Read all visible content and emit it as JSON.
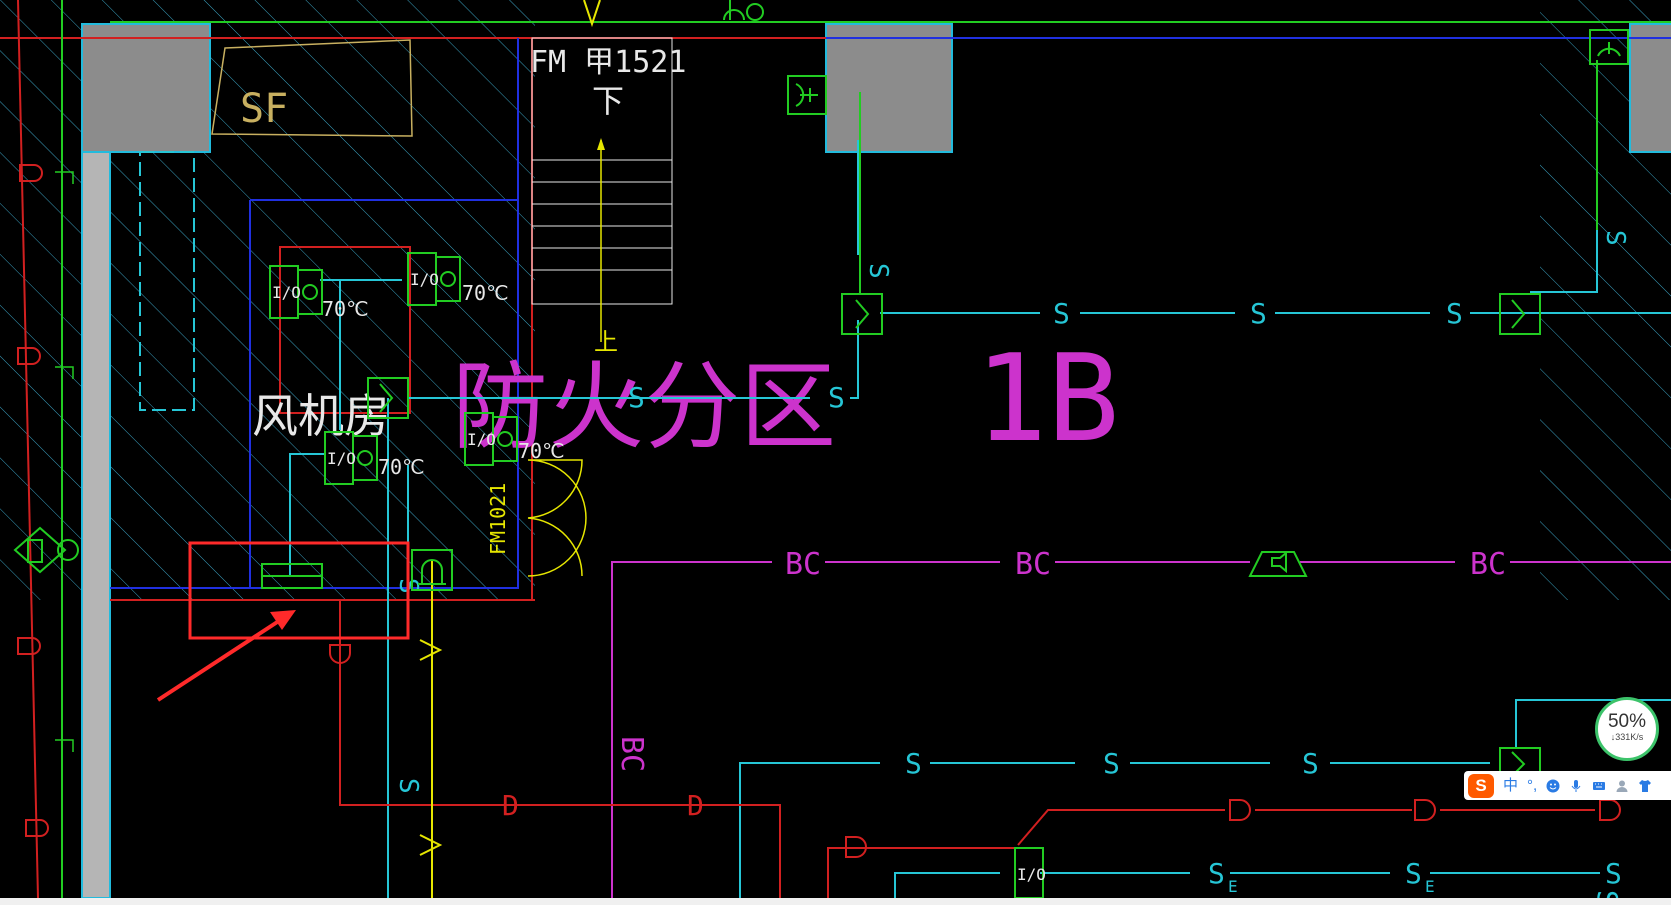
{
  "drawing": {
    "labels": {
      "sf": "SF",
      "stair_door": "FM 甲1521",
      "stair_down": "下",
      "stair_up": "上",
      "room_name": "风机房",
      "fire_zone": "防火分区",
      "zone_id": "1B",
      "side_door": "FM1021",
      "temp1": "70℃",
      "temp2": "70℃",
      "temp3": "70℃",
      "temp4": "70℃",
      "io": "I/O",
      "bc": "BC",
      "s": "S",
      "d": "D",
      "v": "V",
      "e": "E"
    },
    "colors": {
      "cyan": "#26c6d6",
      "magenta": "#cc33cc",
      "green": "#22cc22",
      "yellow": "#e6e600",
      "red": "#d22020",
      "blue": "#2030e0",
      "white": "#e8e8e8",
      "hatch": "#3aa0c0",
      "highlight": "#ff2a2a"
    }
  },
  "status_widgets": {
    "speed_percent": "50%",
    "speed_rate": "↓331K/s"
  },
  "ime_toolbar": {
    "logo": "S",
    "mode": "中",
    "punct": "°,",
    "items": [
      "emoji-icon",
      "microphone-icon",
      "keyboard-icon",
      "user-icon",
      "shirt-icon"
    ]
  }
}
